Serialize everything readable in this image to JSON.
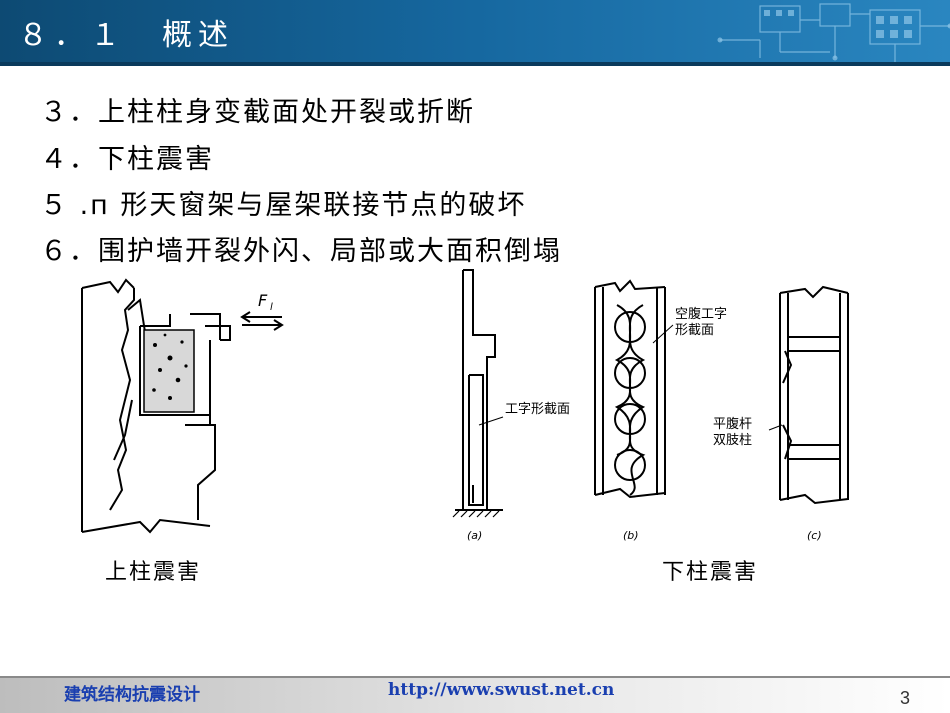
{
  "header": {
    "title": "８．１　概述"
  },
  "items": [
    "３．上柱柱身变截面处开裂或折断",
    "４．下柱震害",
    "５ .п 形天窗架与屋架联接节点的破坏",
    "６．围护墙开裂外闪、局部或大面积倒塌"
  ],
  "figures": {
    "upper": {
      "force_label": "F",
      "force_sub": "l",
      "caption": "上柱震害"
    },
    "lower": {
      "a_label": "工字形截面",
      "b_label_1": "空腹工字",
      "b_label_2": "形截面",
      "c_label_1": "平腹杆",
      "c_label_2": "双肢柱",
      "sub_a": "(a)",
      "sub_b": "(b)",
      "sub_c": "(c)",
      "caption": "下柱震害"
    }
  },
  "footer": {
    "course": "建筑结构抗震设计",
    "url": "http://www.swust.net.cn",
    "page": "3"
  }
}
